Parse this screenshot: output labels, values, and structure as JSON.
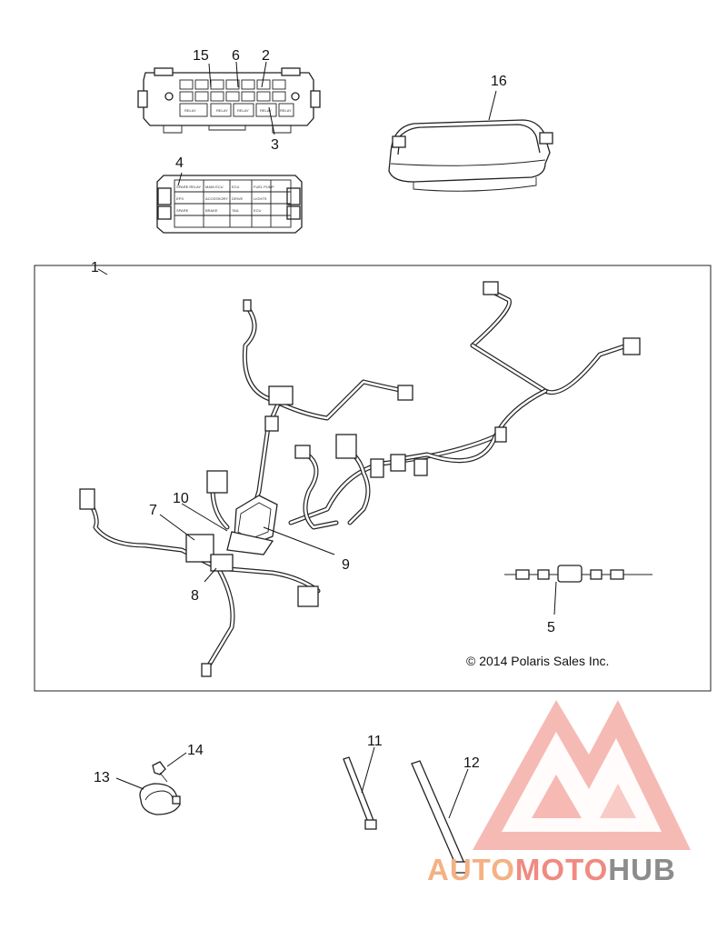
{
  "diagram": {
    "copyright": "© 2014 Polaris Sales Inc.",
    "callouts": {
      "c1": "1",
      "c2": "2",
      "c3": "3",
      "c4": "4",
      "c5": "5",
      "c6": "6",
      "c7": "7",
      "c8": "8",
      "c9": "9",
      "c10": "10",
      "c11": "11",
      "c12": "12",
      "c13": "13",
      "c14": "14",
      "c15": "15",
      "c16": "16"
    },
    "fuse_block_cells": [
      "RELAY",
      "RELAY",
      "RELAY",
      "RELAY",
      "RELAY"
    ],
    "fuse_label_grid": [
      "SPARE RELAY",
      "MAIN ECU",
      "ECU",
      "FUEL PUMP",
      "EPS",
      "ACCESSORY",
      "DRIVE",
      "LIGHTS",
      "SPARE",
      "BRAKE",
      "TAIL",
      "ECU"
    ]
  },
  "watermark": {
    "part_a": "AUTO",
    "part_b": "MOTO",
    "part_c": "HUB",
    "color_a": "#f4b183",
    "color_b": "#f08a80",
    "color_c": "#8c8c8c"
  }
}
